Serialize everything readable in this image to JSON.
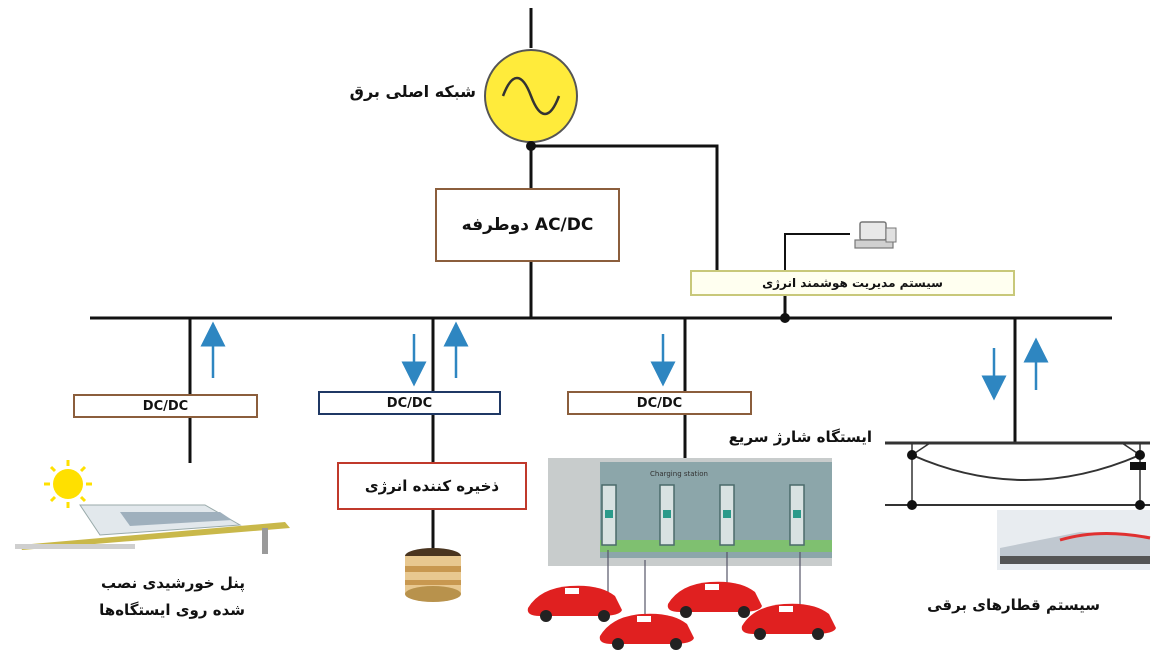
{
  "colors": {
    "line": "#111111",
    "grid_source": "#ffeb3b",
    "arrow": "#2e86c1",
    "box_border_brown": "#8b5e3c",
    "box_border_navy": "#1f3864",
    "box_border_red": "#c0392b",
    "car": "#e02020"
  },
  "icons": {
    "grid": "ac-source-icon",
    "workstation": "computer-workstation-icon",
    "solar": "solar-panel-station-icon",
    "battery": "battery-storage-icon",
    "charging": "charging-station-icon",
    "train": "electric-train-icon"
  },
  "grid": {
    "label": "شبکه اصلی برق"
  },
  "converter_main": {
    "label": "AC/DC دوطرفه"
  },
  "ems": {
    "label": "سیستم مدیریت هوشمند انرژی"
  },
  "branches": {
    "solar": {
      "converter": "DC/DC",
      "label_line1": "پنل خورشیدی نصب",
      "label_line2": "شده روی ایستگاه‌ها"
    },
    "storage": {
      "converter": "DC/DC",
      "label": "ذخیره کننده انرژی"
    },
    "charging": {
      "converter": "DC/DC",
      "label": "ایستگاه شارژ سریع",
      "sign": "Charging station"
    },
    "train": {
      "label": "سیستم قطارهای برقی"
    }
  }
}
